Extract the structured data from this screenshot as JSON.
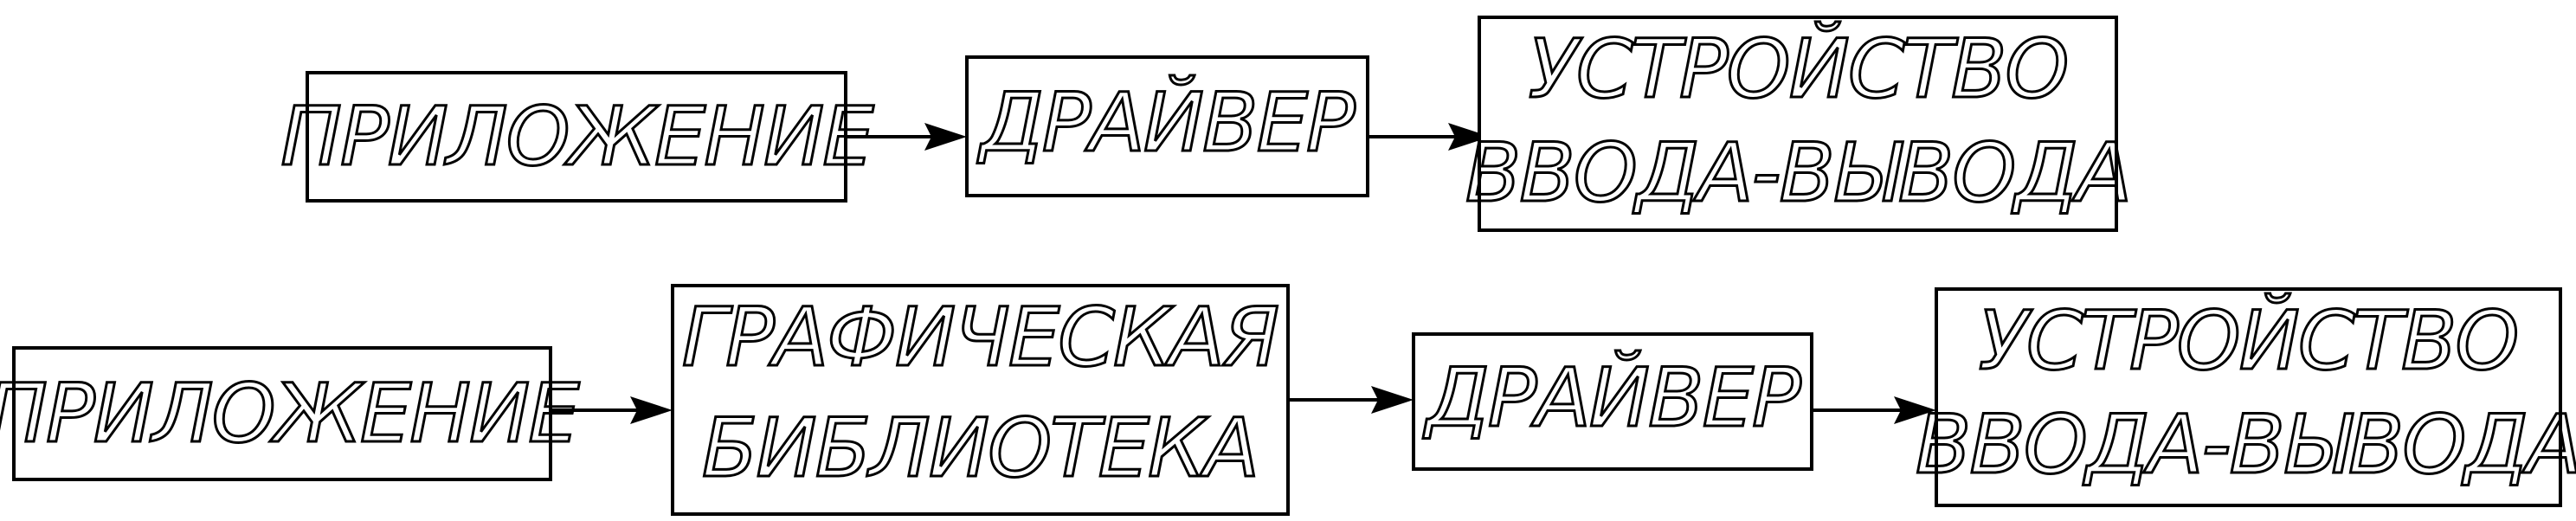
{
  "row1": {
    "app": {
      "line1": "ПРИЛОЖЕНИЕ"
    },
    "driver": {
      "line1": "ДРАЙВЕР"
    },
    "device": {
      "line1": "УСТРОЙСТВО",
      "line2": "ВВОДА-ВЫВОДА"
    }
  },
  "row2": {
    "app": {
      "line1": "ПРИЛОЖЕНИЕ"
    },
    "graphics_library": {
      "line1": "ГРАФИЧЕСКАЯ",
      "line2": "БИБЛИОТЕКА"
    },
    "driver": {
      "line1": "ДРАЙВЕР"
    },
    "device": {
      "line1": "УСТРОЙСТВО",
      "line2": "ВВОДА-ВЫВОДА"
    }
  }
}
